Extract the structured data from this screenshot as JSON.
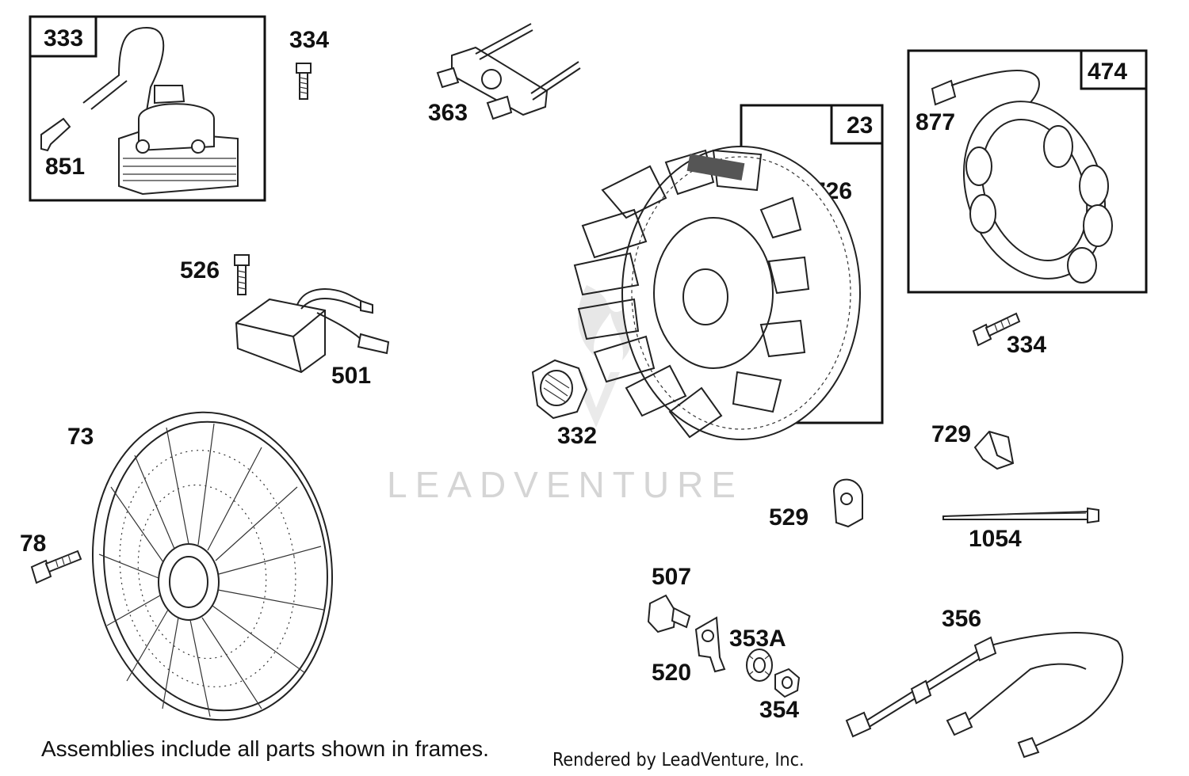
{
  "parts": {
    "p333": "333",
    "p851": "851",
    "p334a": "334",
    "p363": "363",
    "p526": "526",
    "p501": "501",
    "p23": "23",
    "p726": "726",
    "p332": "332",
    "p474": "474",
    "p877": "877",
    "p334b": "334",
    "p729": "729",
    "p73": "73",
    "p78": "78",
    "p529": "529",
    "p1054": "1054",
    "p507": "507",
    "p353a": "353A",
    "p520": "520",
    "p354": "354",
    "p356": "356"
  },
  "footer": {
    "note": "Assemblies include all parts shown in frames.",
    "credit": "Rendered by LeadVenture, Inc."
  },
  "watermark": "LEADVENTURE",
  "colors": {
    "ink": "#111111",
    "watermark": "#c8c8c8",
    "background": "#ffffff"
  }
}
